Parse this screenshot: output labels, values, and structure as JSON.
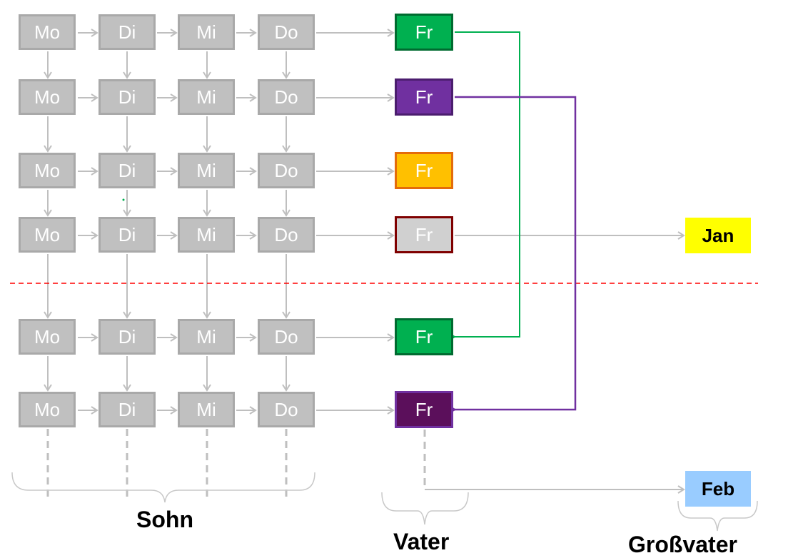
{
  "rows": [
    {
      "days": [
        "Mo",
        "Di",
        "Mi",
        "Do"
      ],
      "fr": {
        "label": "Fr",
        "fill": "#00b050",
        "border": "#006b30"
      }
    },
    {
      "days": [
        "Mo",
        "Di",
        "Mi",
        "Do"
      ],
      "fr": {
        "label": "Fr",
        "fill": "#7030a0",
        "border": "#4b1d6e"
      }
    },
    {
      "days": [
        "Mo",
        "Di",
        "Mi",
        "Do"
      ],
      "fr": {
        "label": "Fr",
        "fill": "#ffc000",
        "border": "#e46c0a"
      }
    },
    {
      "days": [
        "Mo",
        "Di",
        "Mi",
        "Do"
      ],
      "fr": {
        "label": "Fr",
        "fill": "#d0d0d0",
        "border": "#7f0000"
      }
    },
    {
      "days": [
        "Mo",
        "Di",
        "Mi",
        "Do"
      ],
      "fr": {
        "label": "Fr",
        "fill": "#00b050",
        "border": "#006b30"
      }
    },
    {
      "days": [
        "Mo",
        "Di",
        "Mi",
        "Do"
      ],
      "fr": {
        "label": "Fr",
        "fill": "#5b0f5b",
        "border": "#7030a0"
      }
    }
  ],
  "months": [
    {
      "label": "Jan",
      "fill": "#ffff00"
    },
    {
      "label": "Feb",
      "fill": "#99ccff"
    }
  ],
  "groups": {
    "son": "Sohn",
    "father": "Vater",
    "grandfather": "Großvater"
  },
  "colors": {
    "gray_arrow": "#bfbfbf",
    "green_link": "#00b050",
    "purple_link": "#7030a0",
    "divider": "#ff0000"
  }
}
